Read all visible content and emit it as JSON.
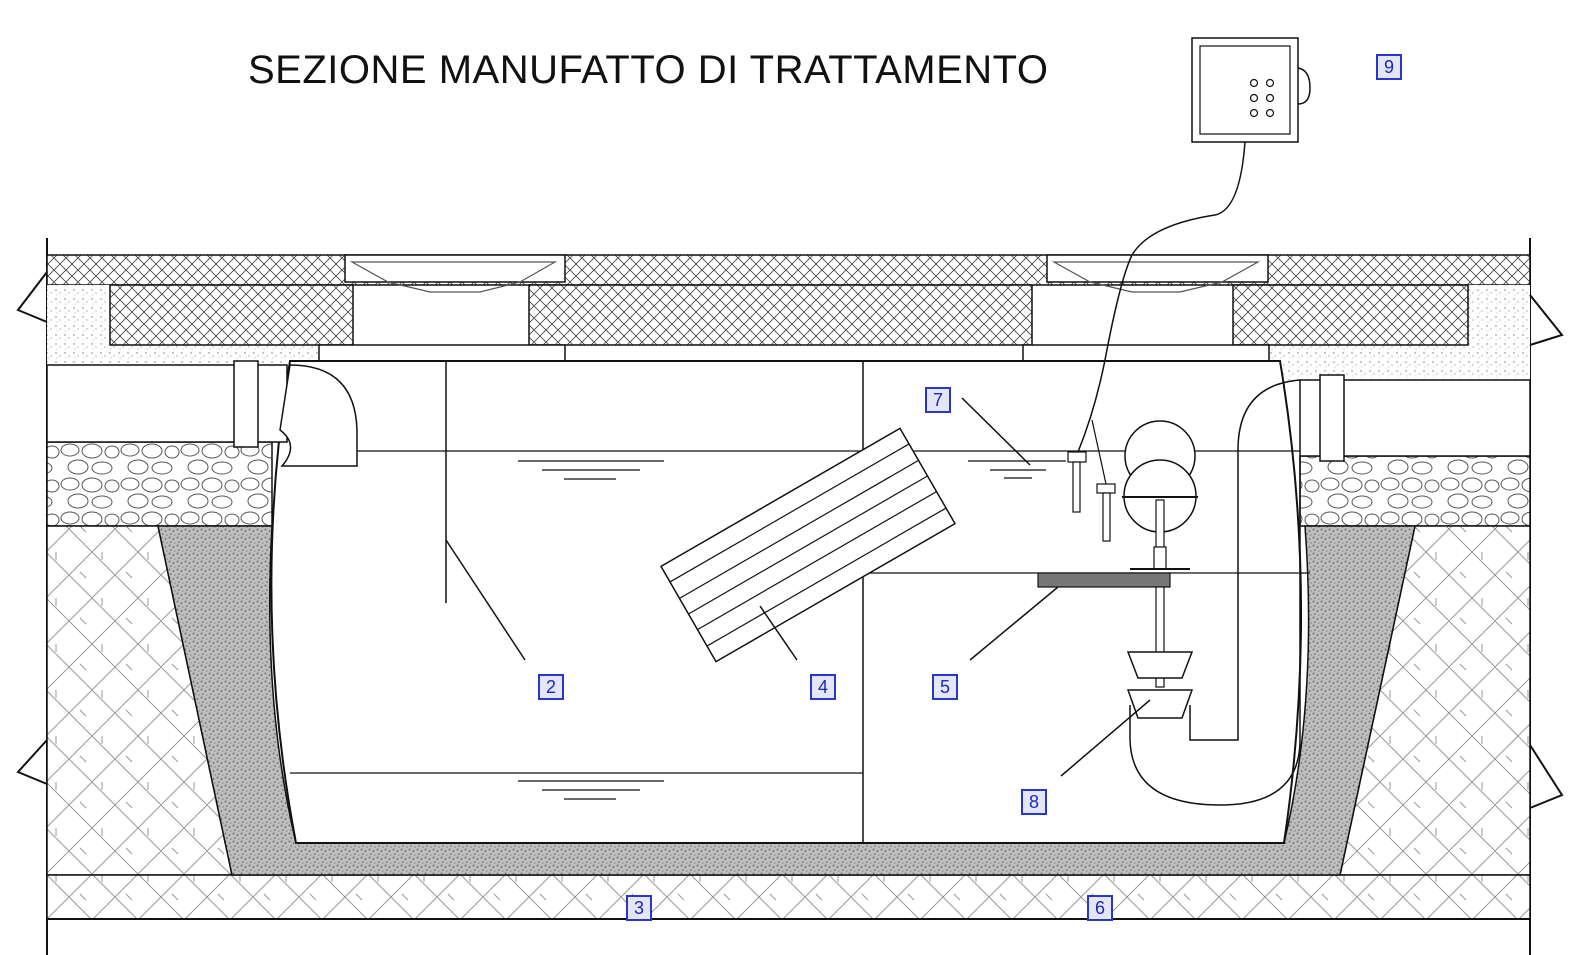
{
  "title": "SEZIONE MANUFATTO DI TRATTAMENTO",
  "callouts": {
    "c2": "2",
    "c3": "3",
    "c4": "4",
    "c5": "5",
    "c6": "6",
    "c7": "7",
    "c8": "8",
    "c9": "9"
  },
  "colors": {
    "line": "#111111",
    "concrete": "#888888",
    "soil_hatch": "#9a9a9a",
    "callout_border": "#2a35c9",
    "callout_fill": "#e3e6f7",
    "callout_text": "#1c28b8"
  }
}
